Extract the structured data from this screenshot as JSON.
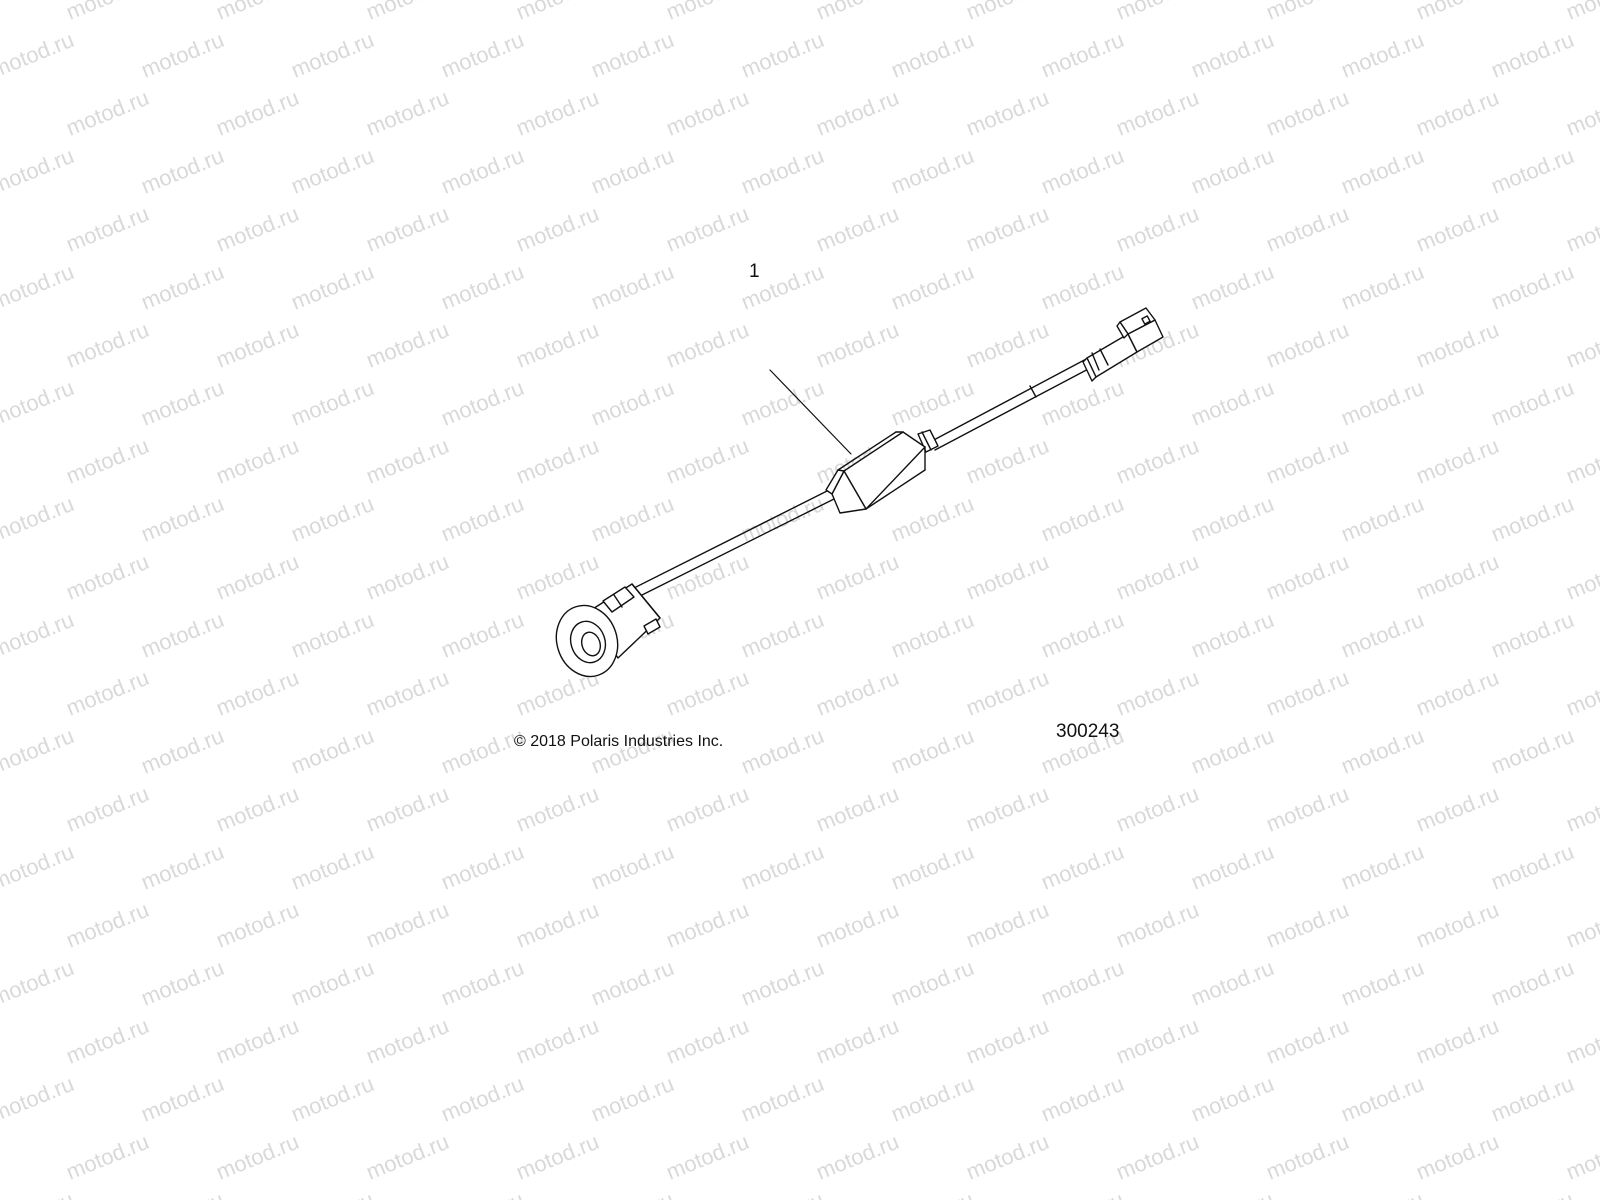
{
  "watermark": "motod.ru",
  "callout": "1",
  "copyright": "© 2018 Polaris Industries Inc.",
  "drawing_number": "300243",
  "colors": {
    "line": "#111111",
    "watermark": "#d9d9d9",
    "background": "#ffffff"
  }
}
